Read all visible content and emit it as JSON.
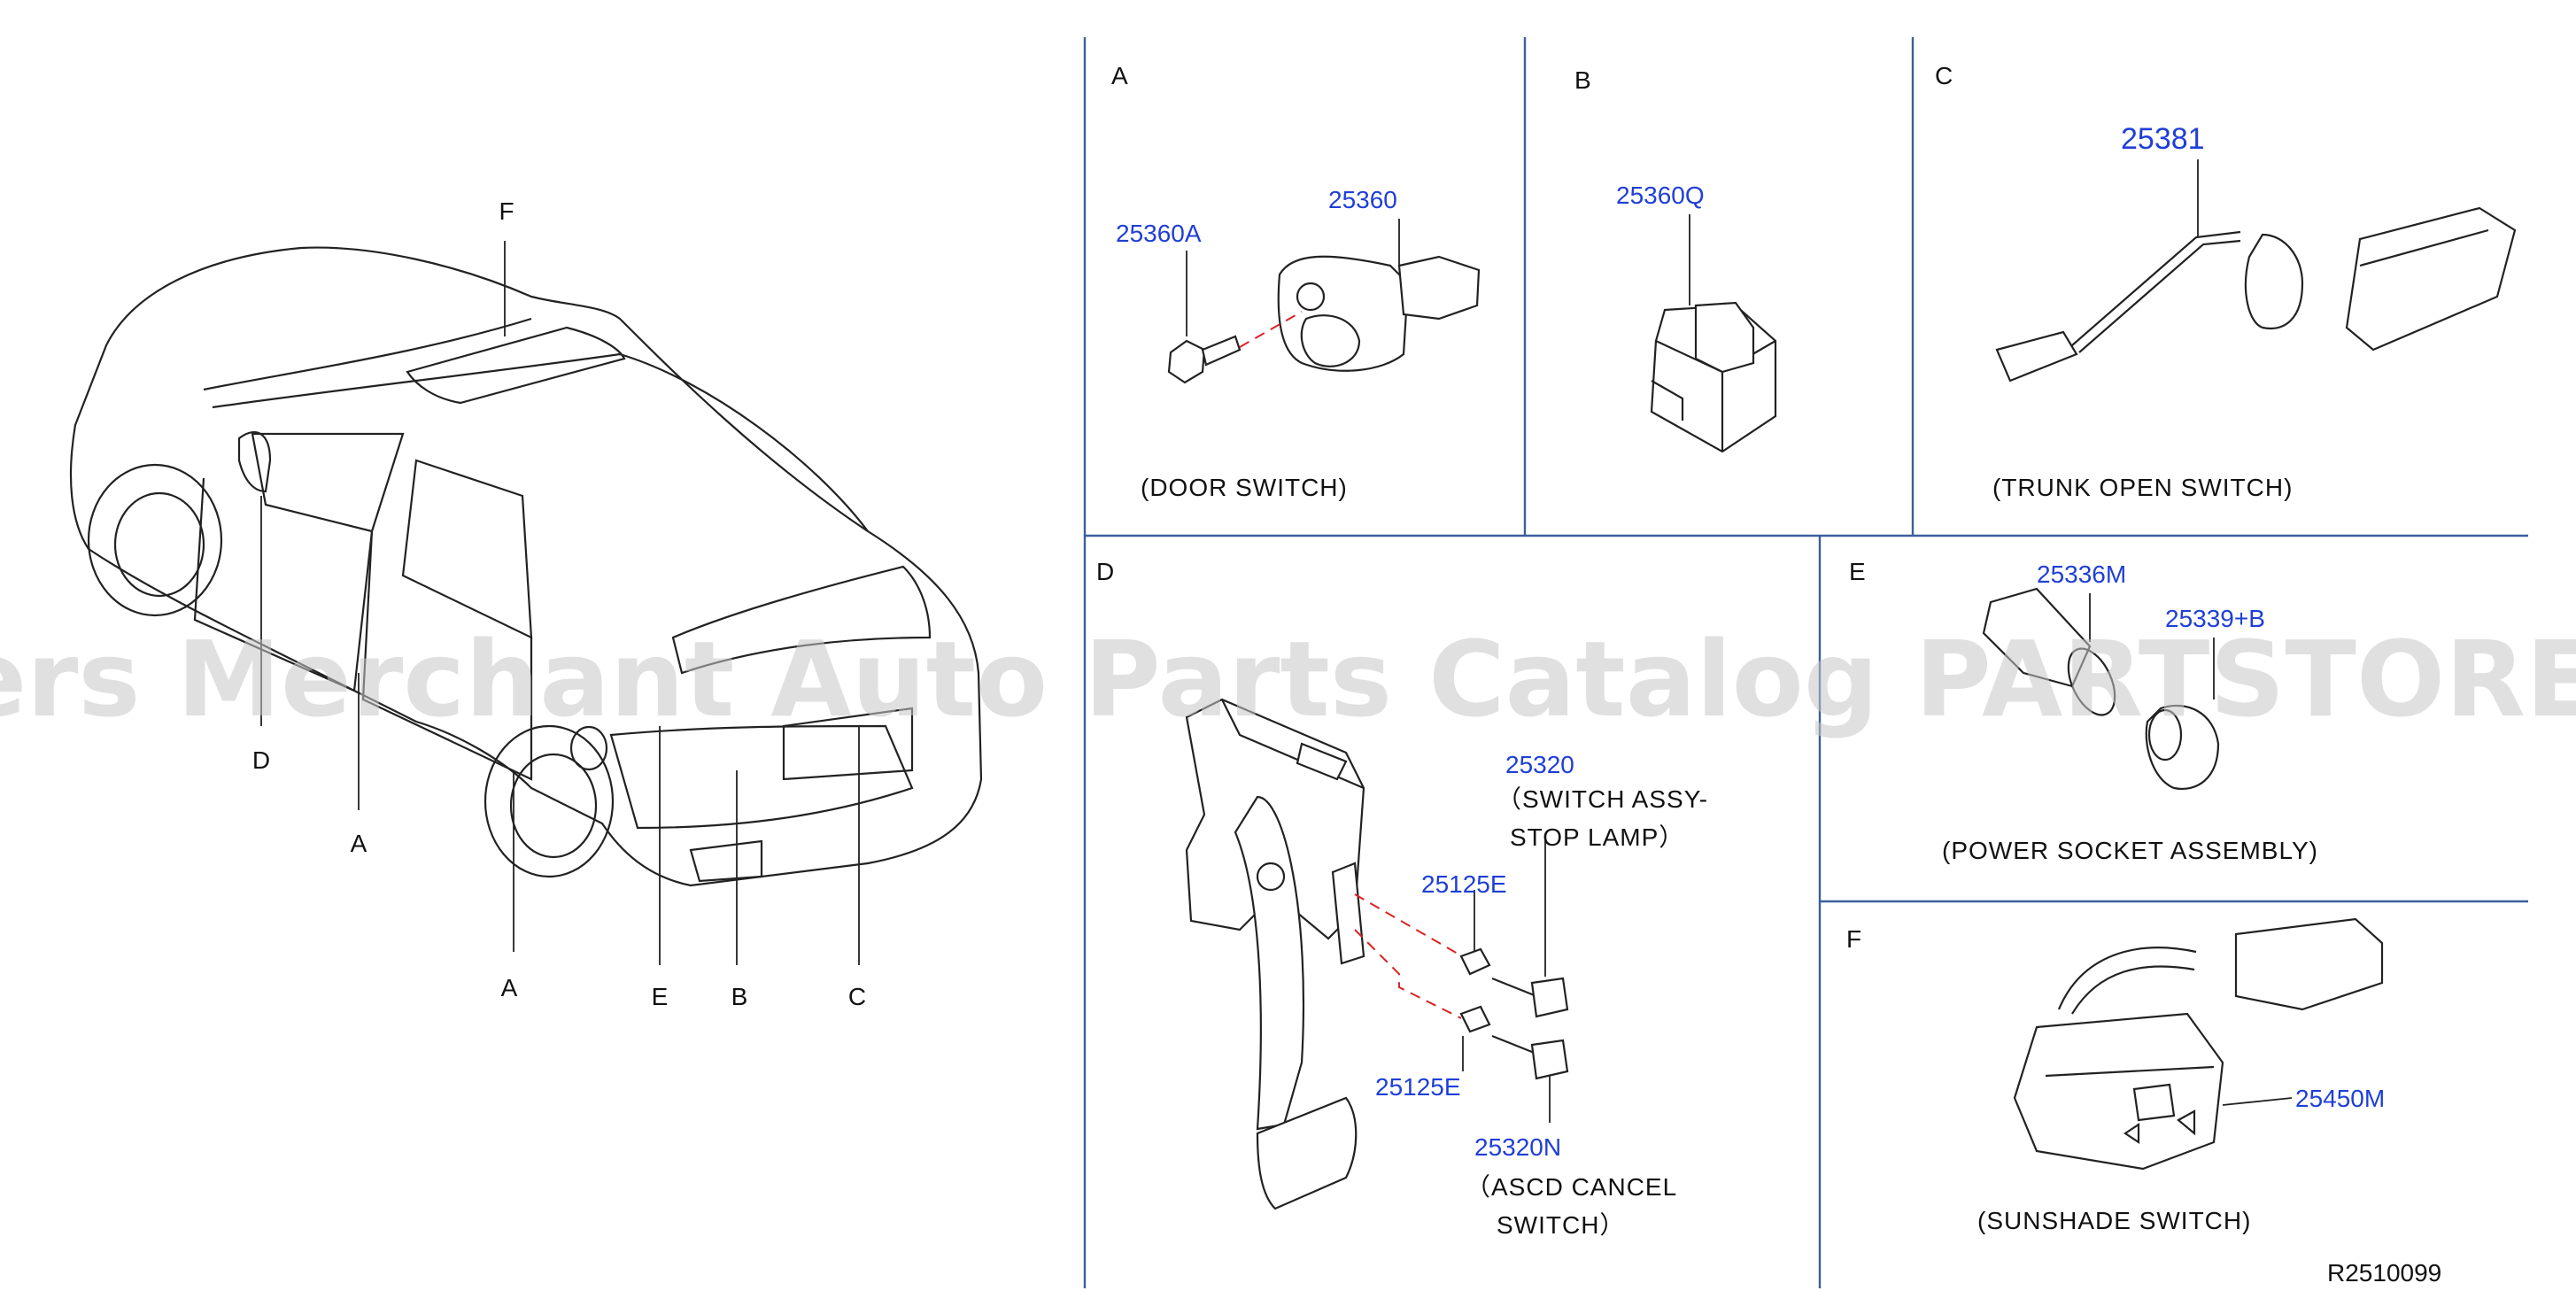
{
  "overview": {
    "callouts": [
      "F",
      "D",
      "A",
      "A",
      "E",
      "B",
      "C"
    ]
  },
  "panels": {
    "a": {
      "letter": "A",
      "parts": [
        "25360A",
        "25360"
      ],
      "caption": "(DOOR   SWITCH)"
    },
    "b": {
      "letter": "B",
      "parts": [
        "25360Q"
      ],
      "caption": ""
    },
    "c": {
      "letter": "C",
      "parts": [
        "25381"
      ],
      "caption": "(TRUNK   OPEN   SWITCH)"
    },
    "d": {
      "letter": "D",
      "parts": [
        "25320",
        "25125E",
        "25125E",
        "25320N"
      ],
      "caption_stop": [
        "（SWITCH   ASSY-",
        "STOP   LAMP）"
      ],
      "caption_ascd": [
        "（ASCD   CANCEL",
        "SWITCH）"
      ]
    },
    "e": {
      "letter": "E",
      "parts": [
        "25336M",
        "25339+B"
      ],
      "caption": "(POWER   SOCKET   ASSEMBLY)"
    },
    "f": {
      "letter": "F",
      "parts": [
        "25450M"
      ],
      "caption": "(SUNSHADE   SWITCH)"
    }
  },
  "watermark": "Offers Merchant Auto Parts Catalog PARTSTORE.SA",
  "ref_code": "R2510099",
  "colors": {
    "part_number": "#1f3fd6",
    "divider": "#3b5f9a",
    "dash": "#d22222"
  }
}
